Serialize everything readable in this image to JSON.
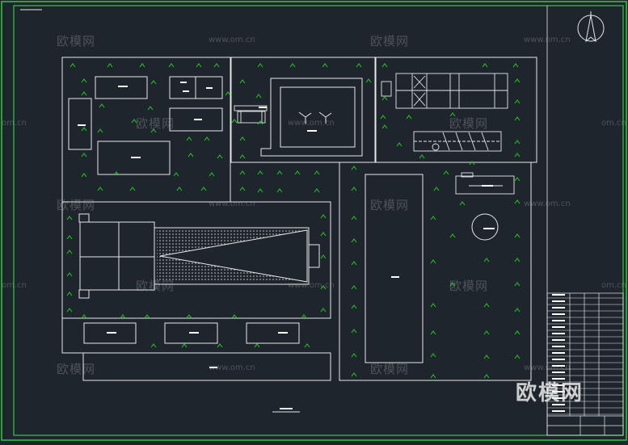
{
  "drawing": {
    "title": "",
    "colors": {
      "background": "#1e252c",
      "sheet_border": "#2ecc40",
      "outline": "#e8e8e8",
      "greenery": "#20d020"
    }
  },
  "compass": {
    "icon": "north-arrow-icon"
  },
  "greenery": {
    "icon": "caret-up-icon",
    "glyph": "^"
  },
  "watermarks": {
    "brand": "欧模网",
    "url": "www.om.cn",
    "url_fragment": "om.cn",
    "corner_brand": "欧模网"
  }
}
